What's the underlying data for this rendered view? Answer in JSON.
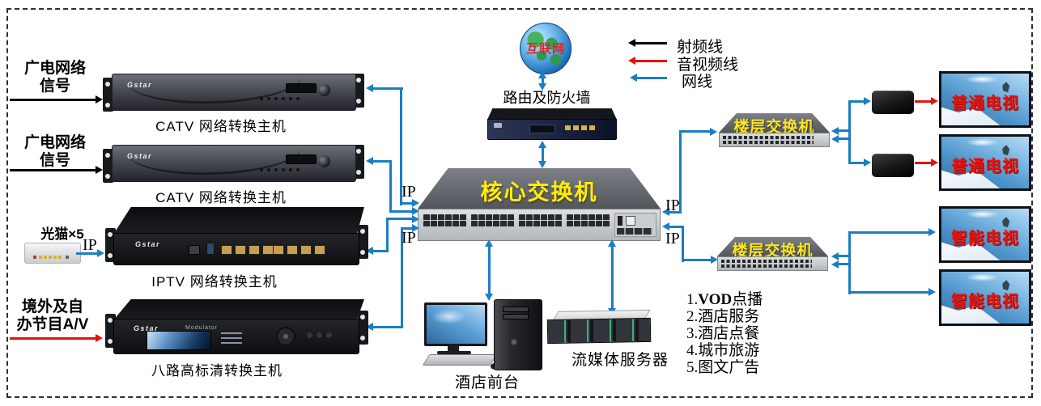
{
  "legend": {
    "rf": "射频线",
    "av": "音视频线",
    "net": "网线"
  },
  "internet_label": "互联网",
  "router_label": "路由及防火墙",
  "core_switch_label": "核心交换机",
  "floor_switch_top_label": "楼层交换机",
  "floor_switch_bottom_label": "楼层交换机",
  "inputs": {
    "catv1_line1": "广电网络",
    "catv1_line2": "信号",
    "catv2_line1": "广电网络",
    "catv2_line2": "信号",
    "modem_label": "光猫×5",
    "modem_ip": "IP",
    "av_line1": "境外及自",
    "av_line2": "办节目A/V"
  },
  "devices": {
    "catv1": {
      "brand": "Gstar",
      "label": "CATV 网络转换主机"
    },
    "catv2": {
      "brand": "Gstar",
      "label": "CATV 网络转换主机"
    },
    "iptv": {
      "brand": "Gstar",
      "label": "IPTV 网络转换主机"
    },
    "modulator": {
      "brand": "Gstar",
      "model": "Modulator",
      "label": "八路高标清转换主机"
    }
  },
  "ip_ports": {
    "left_top": "IP",
    "left_bottom": "IP",
    "right_top": "IP",
    "right_bottom": "IP"
  },
  "tvs": {
    "tv1": "普通电视",
    "tv2": "普通电视",
    "tv3": "智能电视",
    "tv4": "智能电视"
  },
  "bottom": {
    "front_desk": "酒店前台",
    "media_server": "流媒体服务器"
  },
  "features": {
    "item1_num": "1.",
    "item1_bold": "VOD",
    "item1_rest": "点播",
    "item2": "2.酒店服务",
    "item3": "3.酒店点餐",
    "item4": "4.城市旅游",
    "item5": "5.图文广告"
  },
  "colors": {
    "cable_rf": "#000000",
    "cable_av": "#e41310",
    "cable_net": "#1b7ec2",
    "switch_label_yellow": "#ffef00",
    "tv_label_red": "#e8130f"
  }
}
